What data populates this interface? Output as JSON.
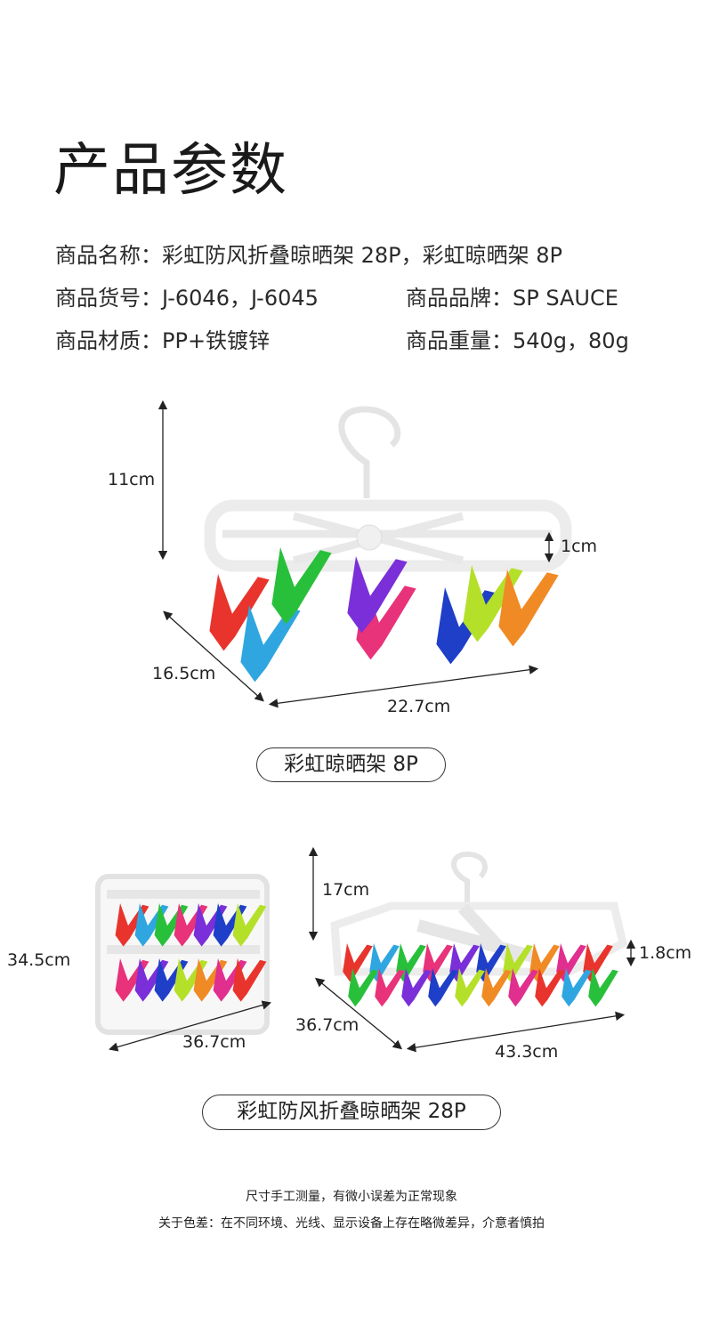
{
  "title": "产品参数",
  "specs": {
    "name_label": "商品名称：",
    "name_value": "彩虹防风折叠晾晒架 28P，彩虹晾晒架 8P",
    "model_label": "商品货号：",
    "model_value": "J-6046，J-6045",
    "brand_label": "商品品牌：",
    "brand_value": "SP SAUCE",
    "material_label": "商品材质：",
    "material_value": "PP+铁镀锌",
    "weight_label": "商品重量：",
    "weight_value": "540g，80g"
  },
  "product_8p": {
    "height": "11cm",
    "thickness": "1cm",
    "depth": "16.5cm",
    "width": "22.7cm",
    "caption": "彩虹晾晒架 8P"
  },
  "product_28p": {
    "folded_height": "34.5cm",
    "folded_width": "36.7cm",
    "height": "17cm",
    "thickness": "1.8cm",
    "depth": "36.7cm",
    "width": "43.3cm",
    "caption": "彩虹防风折叠晾晒架 28P"
  },
  "footer": {
    "line1": "尺寸手工测量，有微小误差为正常现象",
    "line2": "关于色差：在不同环境、光线、显示设备上存在略微差异，介意者慎拍"
  },
  "clip_colors": [
    "#e8342c",
    "#2fa6e0",
    "#28c03a",
    "#e8327a",
    "#7a2fd8",
    "#1f3fc9",
    "#b5e02a",
    "#f08a24",
    "#e02f8f"
  ]
}
